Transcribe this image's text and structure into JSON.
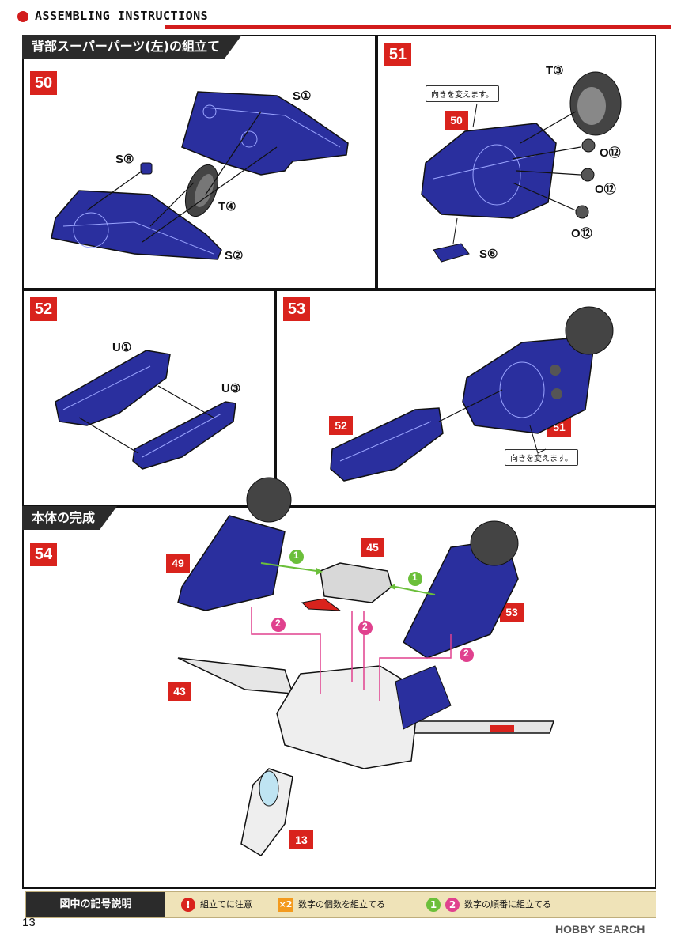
{
  "header": {
    "title": "ASSEMBLING INSTRUCTIONS"
  },
  "sections": {
    "back_super_parts": "背部スーパーパーツ(左)の組立て",
    "body_complete": "本体の完成"
  },
  "steps": {
    "s50": "50",
    "s51": "51",
    "s52": "52",
    "s53": "53",
    "s54": "54"
  },
  "step50": {
    "labels": {
      "s1": "S①",
      "s8": "S⑧",
      "t4": "T④",
      "s2": "S②"
    }
  },
  "step51": {
    "callout": "向きを変えます。",
    "ref": "50",
    "labels": {
      "t3": "T③",
      "o12a": "O⑫",
      "o12b": "O⑫",
      "o12c": "O⑫",
      "s6": "S⑥"
    }
  },
  "step52": {
    "labels": {
      "u1": "U①",
      "u3": "U③"
    }
  },
  "step53": {
    "ref52": "52",
    "ref51": "51",
    "callout": "向きを変えます。"
  },
  "step54": {
    "refs": {
      "r49": "49",
      "r45": "45",
      "r53": "53",
      "r43": "43",
      "r13": "13"
    },
    "order": {
      "one": "1",
      "two": "2"
    }
  },
  "legend": {
    "title": "図中の記号説明",
    "caution": "組立てに注意",
    "multiply_mark": "×2",
    "multiply": "数字の個数を組立てる",
    "order": "数字の順番に組立てる",
    "caution_mark": "!",
    "one": "1",
    "two": "2"
  },
  "page": {
    "number": "13",
    "watermark": "HOBBY SEARCH"
  },
  "colors": {
    "part_blue": "#2a2f9e",
    "accent_red": "#d9231d",
    "arrow_green": "#6bbf3a",
    "arrow_pink": "#e0418e"
  }
}
